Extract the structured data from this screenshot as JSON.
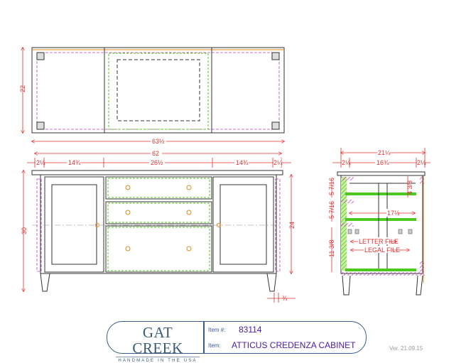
{
  "top_view": {
    "depth": "22",
    "overall_width": "63½"
  },
  "front_view": {
    "width": "62",
    "segments": [
      "2¼",
      "14¾",
      "26½",
      "14¾",
      "2¼"
    ],
    "height": "30",
    "body_height": "24",
    "leg_taper": "¾"
  },
  "side_view": {
    "depth": "21¼",
    "segments": [
      "2¼",
      "16¾",
      "2¼"
    ],
    "drawer_heights": [
      "5 7/16",
      "5 7/16",
      "11 3/8"
    ],
    "top_gap": "4 3/8",
    "inner_width": "17½",
    "letter_file": "LETTER FILE",
    "legal_file": "LEGAL FILE"
  },
  "title_block": {
    "brand": "GAT CREEK",
    "tagline": "HANDMADE IN THE USA",
    "item_number_label": "Item #:",
    "item_number": "83114",
    "item_label": "Item:",
    "item_name": "ATTICUS CREDENZA CABINET",
    "version": "Ver. 21.09.15"
  },
  "colors": {
    "dimension": "#e03030",
    "outline": "#333333",
    "frame": "#4cc81e",
    "hidden": "#c040c0",
    "title": "#4a1aa0"
  }
}
